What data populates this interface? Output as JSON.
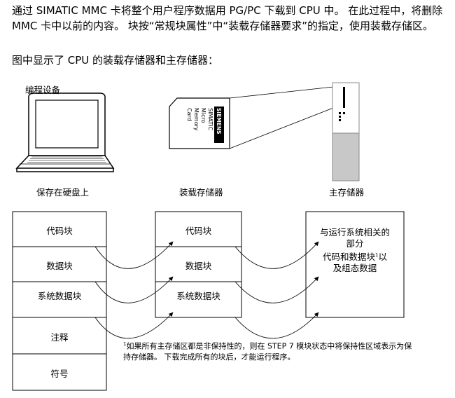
{
  "paragraphs": {
    "p1": "通过 SIMATIC MMC 卡将整个用户程序数据用 PG/PC 下载到 CPU 中。 在此过程中，将删除 MMC 卡中以前的内容。 块按“常规块属性”中“装载存储器要求”的指定，使用装载存储区。",
    "p2": "图中显示了 CPU 的装载存储器和主存储器："
  },
  "labels": {
    "programming_device": "编程设备",
    "saved_on_disk": "保存在硬盘上",
    "load_memory": "装载存储器",
    "main_memory": "主存储器"
  },
  "mmc_card": {
    "brand": "SIEMENS",
    "lines": [
      "SIMATIC",
      "Micro",
      "Memory",
      "Card"
    ]
  },
  "left_blocks": [
    "代码块",
    "数据块",
    "系统数据块",
    "注释",
    "符号"
  ],
  "middle_blocks": [
    "代码块",
    "数据块",
    "系统数据块"
  ],
  "right_box": {
    "line1": "与运行系统相关的",
    "line2": "部分",
    "line3": "代码和数据块",
    "sup": "1",
    "line3b": "以",
    "line4": "及组态数据"
  },
  "footnote": {
    "mark": "1",
    "text": "如果所有主存储区都是非保持性的，则在 STEP 7 模块状态中将保持性区域表示为保持存储器。 下载完成所有的块后，才能运行程序。"
  }
}
